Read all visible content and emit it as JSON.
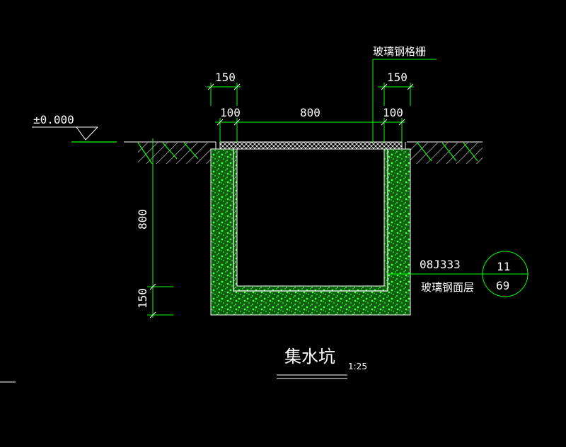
{
  "drawing": {
    "elevation_label": "±0.000",
    "grating_label": "玻璃钢格栅",
    "dims_top": {
      "left_150": "150",
      "right_150": "150",
      "left_100": "100",
      "middle_800": "800",
      "right_100": "100"
    },
    "dims_left": {
      "depth_800": "800",
      "bottom_150": "150"
    },
    "reference": {
      "code": "08J333",
      "layer_label": "玻璃钢面层",
      "detail_top": "11",
      "detail_bottom": "69"
    },
    "title": "集水坑",
    "scale": "1:25"
  },
  "colors": {
    "background": "#000000",
    "linework": "#00ff00",
    "concrete": "#1fa01f",
    "text": "#ffffff"
  }
}
